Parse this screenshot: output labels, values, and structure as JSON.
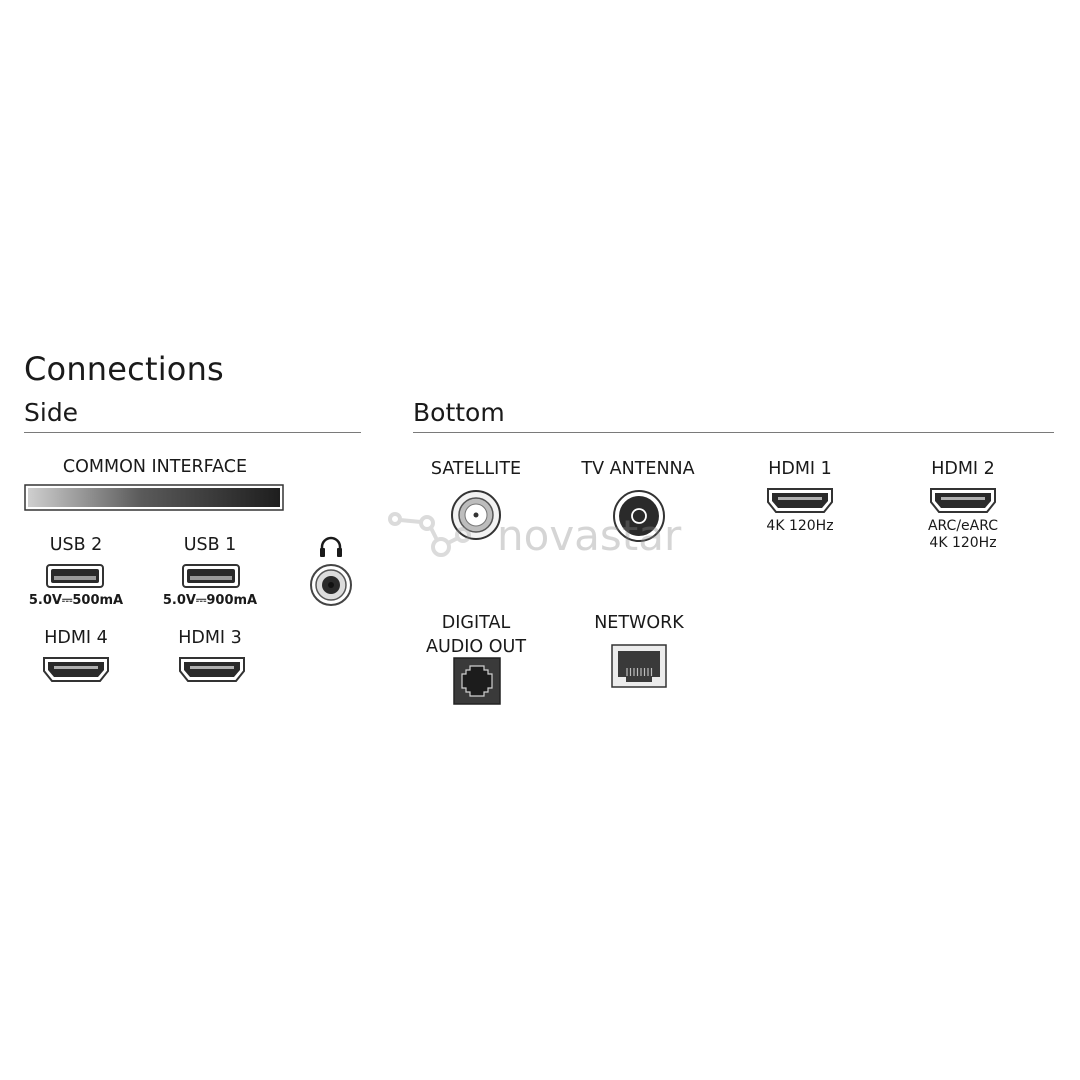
{
  "title": "Connections",
  "side": {
    "heading": "Side",
    "common_interface": "COMMON INTERFACE",
    "usb2": {
      "label": "USB 2",
      "spec": "5.0V⎓500mA"
    },
    "usb1": {
      "label": "USB 1",
      "spec": "5.0V⎓900mA"
    },
    "hdmi4": "HDMI 4",
    "hdmi3": "HDMI 3",
    "headphone_icon": "headphone-icon"
  },
  "bottom": {
    "heading": "Bottom",
    "satellite": "SATELLITE",
    "tv_antenna": "TV ANTENNA",
    "hdmi1": {
      "label": "HDMI 1",
      "spec": "4K 120Hz"
    },
    "hdmi2": {
      "label": "HDMI 2",
      "spec_line1": "ARC/eARC",
      "spec_line2": "4K 120Hz"
    },
    "digital_audio_out_line1": "DIGITAL",
    "digital_audio_out_line2": "AUDIO OUT",
    "network": "NETWORK"
  },
  "watermark": "novastar"
}
